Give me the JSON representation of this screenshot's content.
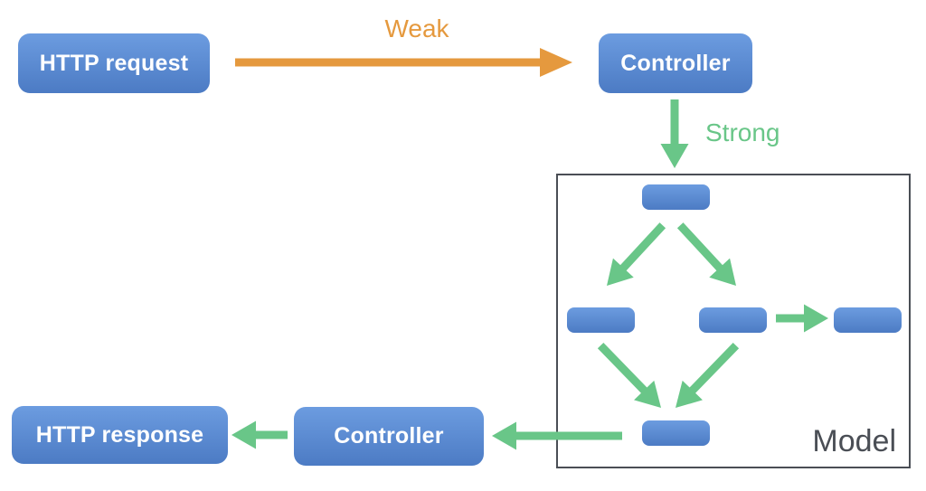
{
  "colors": {
    "box_blue_top": "#6C9CE0",
    "box_blue_bottom": "#4C7BC4",
    "arrow_green": "#69C688",
    "arrow_orange": "#E5993E",
    "model_border": "#4A4E55",
    "model_label_text": "#4A4E55",
    "box_text": "#FFFFFF",
    "background": "#FFFFFF"
  },
  "nodes": {
    "http_request": {
      "label": "HTTP request"
    },
    "controller_in": {
      "label": "Controller"
    },
    "model": {
      "label": "Model",
      "unlabeled_shape_count": 5
    },
    "controller_out": {
      "label": "Controller"
    },
    "http_response": {
      "label": "HTTP response"
    }
  },
  "edges": [
    {
      "from": "HTTP request",
      "to": "Controller",
      "label": "Weak",
      "color": "orange"
    },
    {
      "from": "Controller",
      "to": "Model",
      "label": "Strong",
      "color": "green"
    },
    {
      "from": "Model top shape",
      "to": "Model middle-left shape",
      "label": "",
      "color": "green"
    },
    {
      "from": "Model top shape",
      "to": "Model middle-right shape",
      "label": "",
      "color": "green"
    },
    {
      "from": "Model middle-right shape",
      "to": "Model far-right shape",
      "label": "",
      "color": "green"
    },
    {
      "from": "Model middle-left shape",
      "to": "Model bottom shape",
      "label": "",
      "color": "green"
    },
    {
      "from": "Model middle-right shape",
      "to": "Model bottom shape",
      "label": "",
      "color": "green"
    },
    {
      "from": "Model bottom shape",
      "to": "Controller",
      "label": "",
      "color": "green"
    },
    {
      "from": "Controller",
      "to": "HTTP response",
      "label": "",
      "color": "green"
    }
  ]
}
